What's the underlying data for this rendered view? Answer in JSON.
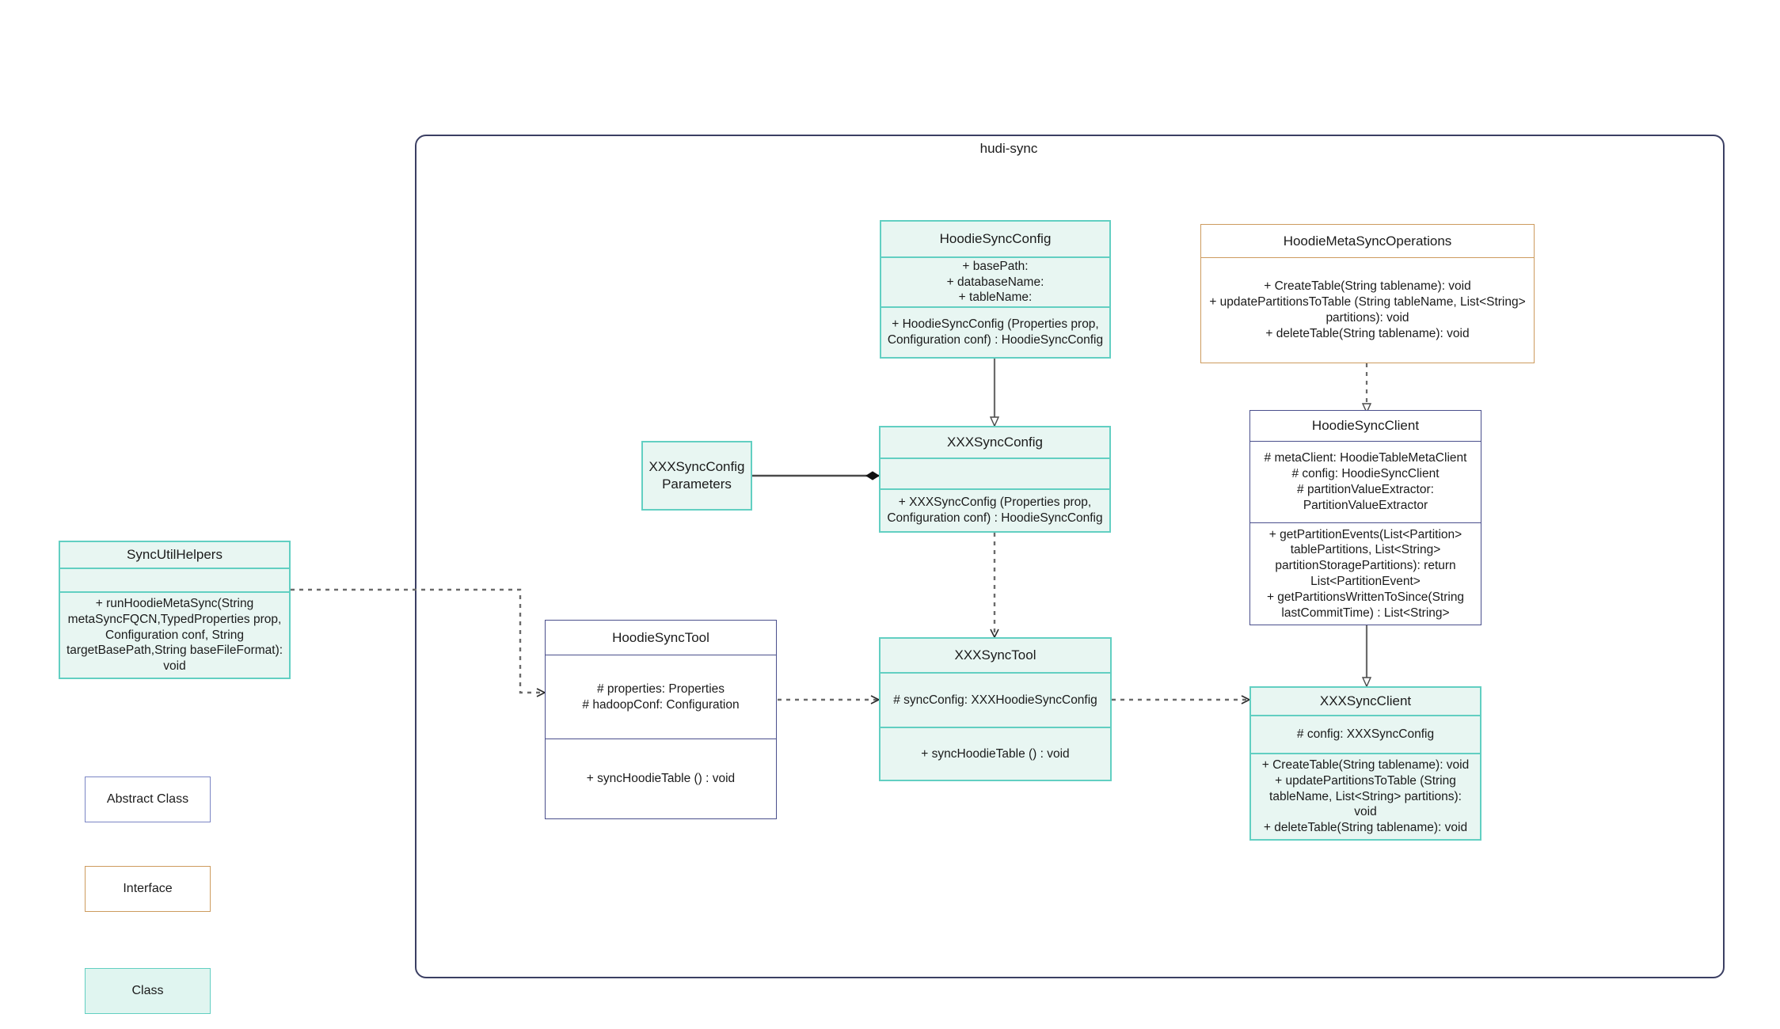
{
  "package": {
    "title": "hudi-sync"
  },
  "classes": {
    "hoodie_sync_config": {
      "name": "HoodieSyncConfig",
      "attributes": "+    basePath:\n+   databaseName:\n+    tableName:",
      "operations": "+   HoodieSyncConfig (Properties prop, Configuration conf) : HoodieSyncConfig",
      "stereotype": "class"
    },
    "hoodie_meta_sync_operations": {
      "name": "HoodieMetaSyncOperations",
      "attributes": "",
      "operations": "+    CreateTable(String tablename): void\n+   updatePartitionsToTable (String tableName, List<String> partitions): void\n+    deleteTable(String tablename): void",
      "stereotype": "interface"
    },
    "xxx_sync_config": {
      "name": "XXXSyncConfig",
      "attributes": "",
      "operations": "+   XXXSyncConfig (Properties prop, Configuration conf) : HoodieSyncConfig",
      "stereotype": "class"
    },
    "xxx_sync_config_parameters": {
      "name": "XXXSyncConfigParameters",
      "attributes": "",
      "operations": "",
      "stereotype": "class"
    },
    "hoodie_sync_client": {
      "name": "HoodieSyncClient",
      "attributes": "#   metaClient: HoodieTableMetaClient\n#   config: HoodieSyncClient\n#    partitionValueExtractor: PartitionValueExtractor",
      "operations": "+   getPartitionEvents(List<Partition> tablePartitions, List<String> partitionStoragePartitions): return List<PartitionEvent>\n+   getPartitionsWrittenToSince(String lastCommitTime) : List<String>",
      "stereotype": "abstract"
    },
    "xxx_sync_client": {
      "name": "XXXSyncClient",
      "attributes": "#    config: XXXSyncConfig",
      "operations": "+    CreateTable(String tablename): void\n+    updatePartitionsToTable (String tableName, List<String> partitions): void\n+   deleteTable(String tablename): void",
      "stereotype": "class"
    },
    "sync_util_helpers": {
      "name": "SyncUtilHelpers",
      "attributes": "",
      "operations": "+    runHoodieMetaSync(String metaSyncFQCN,TypedProperties prop, Configuration conf, String targetBasePath,String baseFileFormat): void",
      "stereotype": "class"
    },
    "hoodie_sync_tool": {
      "name": "HoodieSyncTool",
      "attributes": "#   properties: Properties\n#   hadoopConf: Configuration",
      "operations": "+   syncHoodieTable () : void",
      "stereotype": "abstract"
    },
    "xxx_sync_tool": {
      "name": "XXXSyncTool",
      "attributes": "#   syncConfig: XXXHoodieSyncConfig",
      "operations": "+   syncHoodieTable () : void",
      "stereotype": "class"
    }
  },
  "legend": {
    "abstract_label": "Abstract Class",
    "interface_label": "Interface",
    "class_label": "Class"
  },
  "colors": {
    "class_border": "#62cfc2",
    "class_fill": "#e8f6f2",
    "abstract_border": "#4a4f8c",
    "interface_border": "#cd9b5e",
    "package_border": "#3b3f63",
    "connector": "#6b6b6b",
    "connector_solid": "#6b6b6b"
  },
  "relationships": [
    {
      "name": "hoodie-sync-config-to-xxx-sync-config",
      "type": "generalization",
      "from": "HoodieSyncConfig",
      "to": "XXXSyncConfig"
    },
    {
      "name": "xxx-sync-config-parameters-to-xxx-sync-config",
      "type": "composition",
      "from": "XXXSyncConfigParameters",
      "to": "XXXSyncConfig"
    },
    {
      "name": "xxx-sync-config-to-xxx-sync-tool",
      "type": "dependency",
      "from": "XXXSyncConfig",
      "to": "XXXSyncTool"
    },
    {
      "name": "hoodie-meta-sync-operations-to-hoodie-sync-client",
      "type": "realization",
      "from": "HoodieMetaSyncOperations",
      "to": "HoodieSyncClient"
    },
    {
      "name": "hoodie-sync-client-to-xxx-sync-client",
      "type": "generalization",
      "from": "HoodieSyncClient",
      "to": "XXXSyncClient"
    },
    {
      "name": "sync-util-helpers-to-hoodie-sync-tool",
      "type": "dependency",
      "from": "SyncUtilHelpers",
      "to": "HoodieSyncTool"
    },
    {
      "name": "hoodie-sync-tool-to-xxx-sync-tool",
      "type": "dependency",
      "from": "HoodieSyncTool",
      "to": "XXXSyncTool"
    },
    {
      "name": "xxx-sync-tool-to-xxx-sync-client",
      "type": "dependency",
      "from": "XXXSyncTool",
      "to": "XXXSyncClient"
    }
  ]
}
